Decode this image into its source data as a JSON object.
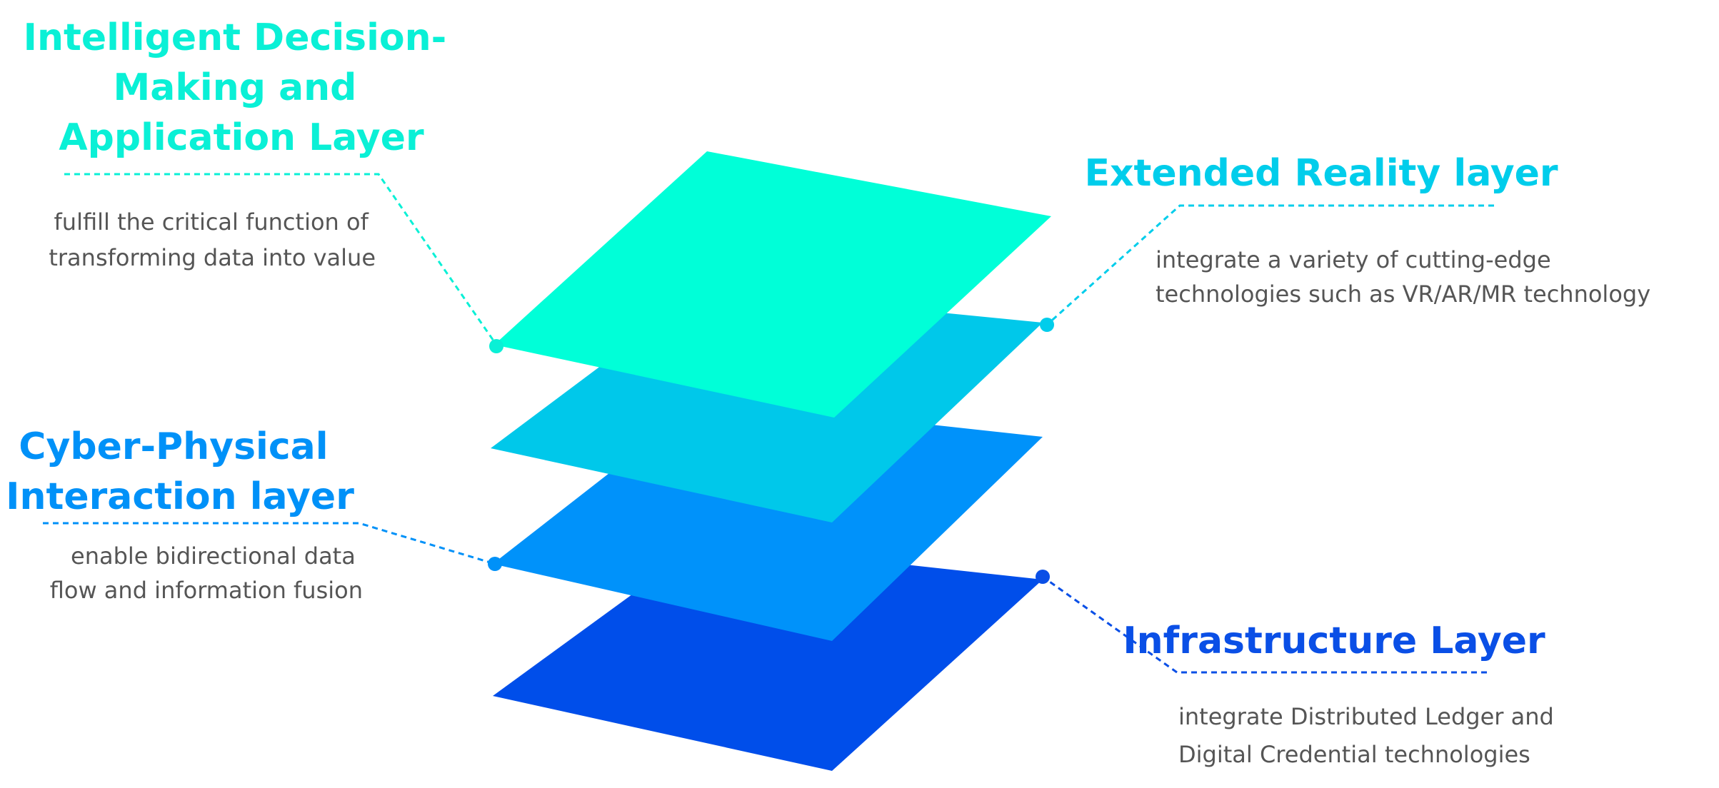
{
  "colors": {
    "application": "#00FFD8",
    "extended_reality": "#00C8EA",
    "cyber_physical": "#0092FA",
    "infrastructure": "#004EEA",
    "application_title": "#0AF0D6",
    "extended_reality_title": "#00CDEB",
    "cyber_physical_title": "#0091F8",
    "infrastructure_title": "#0A4FE6",
    "description_text": "#555555"
  },
  "layers": {
    "application": {
      "title_lines": [
        "Intelligent Decision-",
        "Making and",
        "Application Layer"
      ],
      "description_lines": [
        "fulfill the critical function of",
        "transforming data into value"
      ]
    },
    "extended_reality": {
      "title_lines": [
        "Extended Reality layer"
      ],
      "description_lines": [
        "integrate a variety of cutting-edge",
        "technologies such as VR/AR/MR technology"
      ]
    },
    "cyber_physical": {
      "title_lines": [
        "Cyber-Physical",
        "Interaction layer"
      ],
      "description_lines": [
        "enable bidirectional data",
        "flow and information fusion"
      ]
    },
    "infrastructure": {
      "title_lines": [
        "Infrastructure Layer"
      ],
      "description_lines": [
        "integrate Distributed Ledger and",
        "Digital Credential technologies"
      ]
    }
  }
}
